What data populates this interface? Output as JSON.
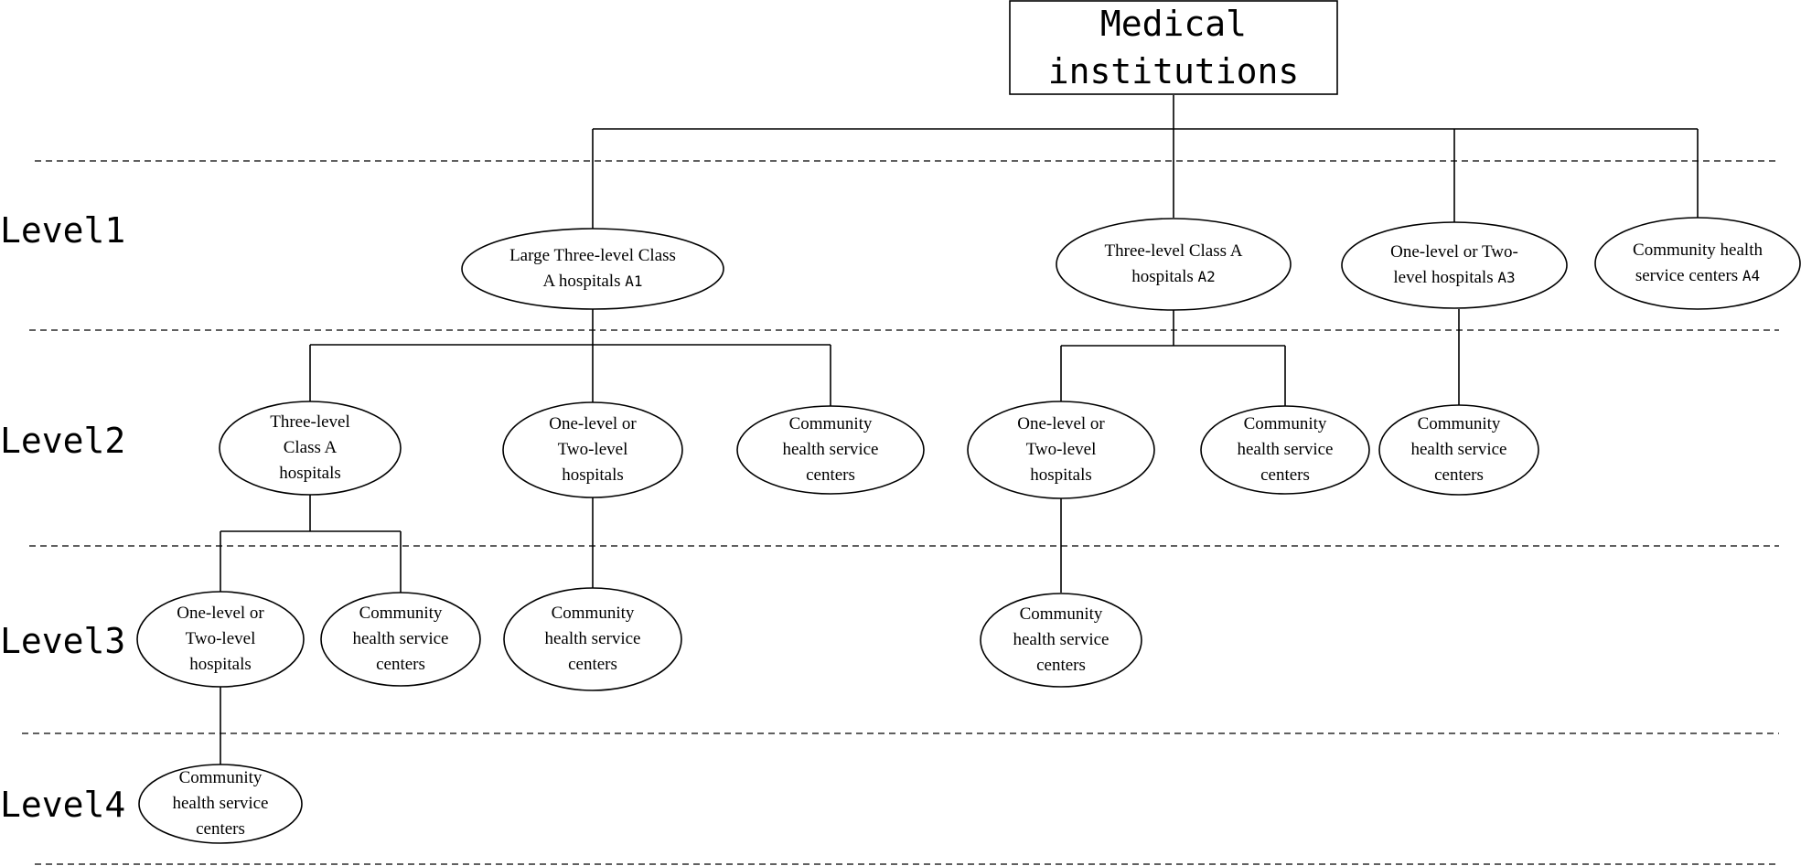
{
  "root": {
    "line1": "Medical",
    "line2": "institutions"
  },
  "levels": [
    "Level1",
    "Level2",
    "Level3",
    "Level4"
  ],
  "level1": {
    "a1": {
      "line1": "Large Three-level Class",
      "line2": "A hospitals",
      "code": "A1"
    },
    "a2": {
      "line1": "Three-level Class A",
      "line2": "hospitals",
      "code": "A2"
    },
    "a3": {
      "line1": "One-level or Two-",
      "line2": "level hospitals",
      "code": "A3"
    },
    "a4": {
      "line1": "Community health",
      "line2": "service centers",
      "code": "A4"
    }
  },
  "level2": {
    "a1_three": [
      "Three-level",
      "Class A",
      "hospitals"
    ],
    "a1_onetwo": [
      "One-level or",
      "Two-level",
      "hospitals"
    ],
    "a1_chsc": [
      "Community",
      "health service",
      "centers"
    ],
    "a2_onetwo": [
      "One-level or",
      "Two-level",
      "hospitals"
    ],
    "a2_chsc": [
      "Community",
      "health service",
      "centers"
    ],
    "a3_chsc": [
      "Community",
      "health service",
      "centers"
    ]
  },
  "level3": {
    "a1_three_onetwo": [
      "One-level or",
      "Two-level",
      "hospitals"
    ],
    "a1_three_chsc": [
      "Community",
      "health service",
      "centers"
    ],
    "a1_onetwo_chsc": [
      "Community",
      "health service",
      "centers"
    ],
    "a2_onetwo_chsc": [
      "Community",
      "health service",
      "centers"
    ]
  },
  "level4": {
    "a1_chsc": [
      "Community",
      "health service",
      "centers"
    ]
  }
}
